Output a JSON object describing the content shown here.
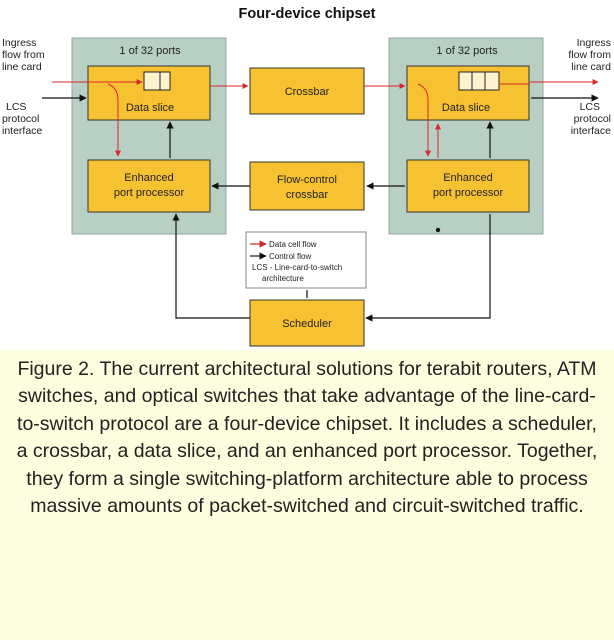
{
  "title": "Four-device chipset",
  "left_side": {
    "ingress_lines": [
      "Ingress",
      "flow from",
      "line card"
    ],
    "lcs_lines": [
      "LCS",
      "protocol",
      "interface"
    ]
  },
  "right_side": {
    "ingress_lines": [
      "Ingress",
      "flow from",
      "line card"
    ],
    "lcs_lines": [
      "LCS",
      "protocol",
      "interface"
    ]
  },
  "left_port_module": {
    "ports_label": "1 of 32 ports",
    "data_slice_label": "Data slice",
    "port_processor_lines": [
      "Enhanced",
      "port processor"
    ]
  },
  "right_port_module": {
    "ports_label": "1 of 32 ports",
    "data_slice_label": "Data slice",
    "port_processor_lines": [
      "Enhanced",
      "port processor"
    ]
  },
  "crossbar_label": "Crossbar",
  "flow_control_lines": [
    "Flow-control",
    "crossbar"
  ],
  "scheduler_label": "Scheduler",
  "legend": {
    "lines": [
      "Data cell flow",
      "Control flow",
      "LCS - Line-card-to-switch",
      "architecture"
    ]
  },
  "colors": {
    "module_bg": "#b8cfc4",
    "box_fill": "#f6c232",
    "data_arrow": "#d8282a",
    "control_arrow": "#111111",
    "caption_bg": "#fdfde0"
  },
  "caption": "Figure 2. The current architectural solutions for terabit routers, ATM switches, and optical switches that take advantage of the line-card-to-switch protocol are a four-device chipset. It includes a scheduler, a crossbar, a data slice, and an enhanced port processor. Together, they form a single switching-platform architecture able to process massive amounts of packet-switched and circuit-switched traffic."
}
